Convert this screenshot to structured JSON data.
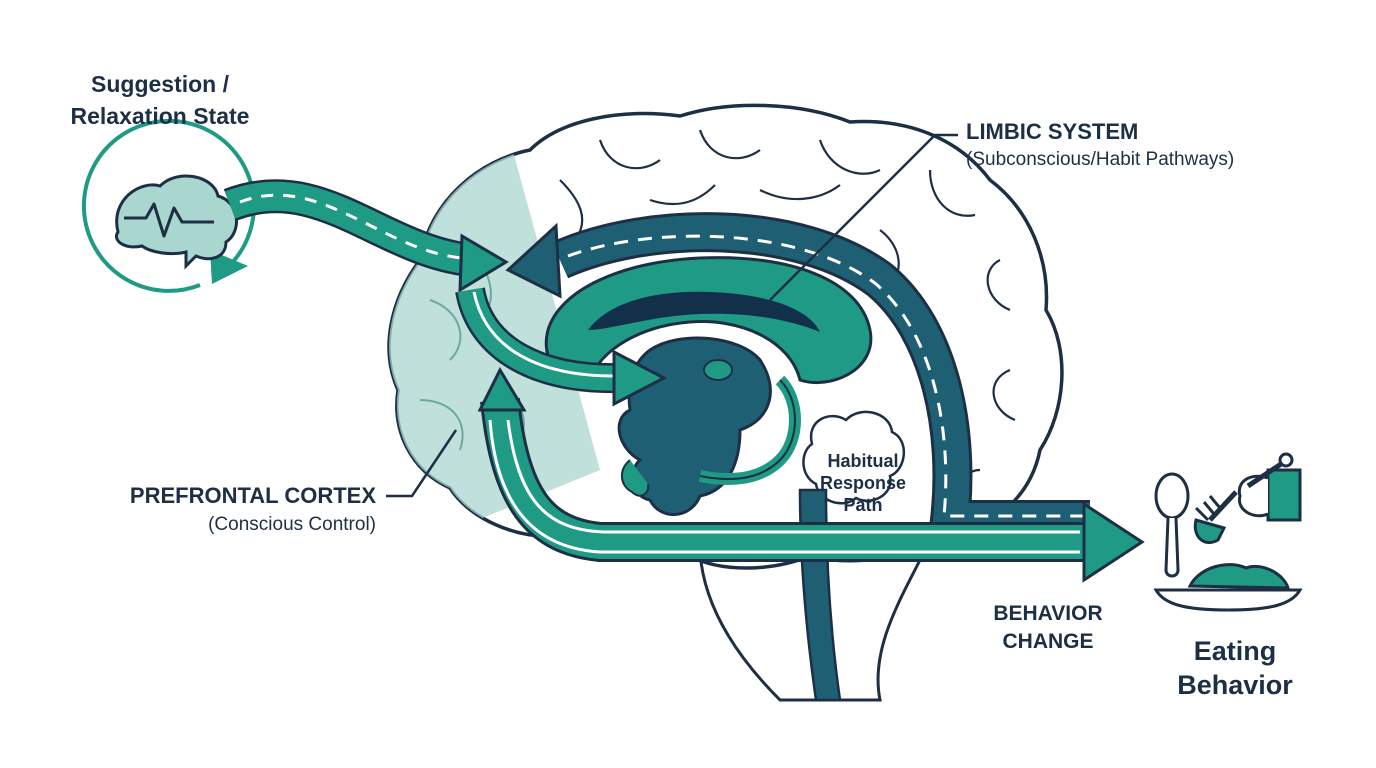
{
  "labels": {
    "suggestion_line1": "Suggestion /",
    "suggestion_line2": "Relaxation State",
    "limbic_title": "LIMBIC SYSTEM",
    "limbic_subtitle": "(Subconscious/Habit Pathways)",
    "pfc_title": "PREFRONTAL CORTEX",
    "pfc_subtitle": "(Conscious Control)",
    "habitual_line1": "Habitual",
    "habitual_line2": "Response",
    "habitual_line3": "Path",
    "behavior_line1": "BEHAVIOR",
    "behavior_line2": "CHANGE",
    "eating_line1": "Eating",
    "eating_line2": "Behavior"
  },
  "colors": {
    "navy": "#1d2f45",
    "teal": "#1f9a84",
    "teal_light": "#a9d6cf",
    "deep_teal": "#1e5f73",
    "dark_navy": "#13304a"
  },
  "icons": [
    "brain-wave-icon",
    "spoon-icon",
    "fork-hand-icon",
    "food-plate-icon"
  ]
}
